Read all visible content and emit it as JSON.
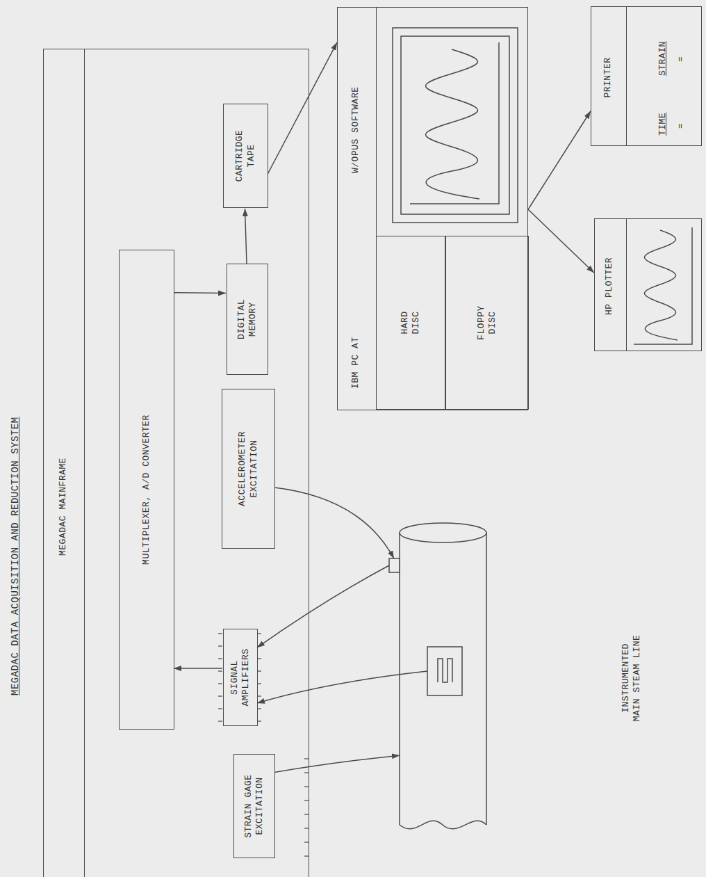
{
  "diagram": {
    "title": "MEGADAC DATA ACQUISITION AND REDUCTION SYSTEM",
    "nodes": [
      {
        "text": [
          "MEGADAC MAINFRAME"
        ]
      },
      {
        "text": [
          "STRAIN GAGE EXCITATION"
        ],
        "in": 0
      },
      {
        "text": [
          "SIGNAL AMPLIFIERS"
        ],
        "in": 0
      },
      {
        "text": [
          "MULTIPLEXER, A/D CONVERTER"
        ],
        "in": 0
      },
      {
        "text": [
          "ACCELEROMETER EXCITATION"
        ],
        "in": 0
      },
      {
        "text": [
          "DIGITAL MEMORY"
        ],
        "in": 0
      },
      {
        "text": [
          "CARTRIDGE TAPE"
        ],
        "in": 0
      },
      {
        "text": [
          "IBM PC AT",
          "W/OPUS SOFTWARE"
        ]
      },
      {
        "text": [
          "HARD DISC"
        ],
        "in": 7
      },
      {
        "text": [
          "FLOPPY DISC"
        ],
        "in": 7
      },
      {
        "text": [
          "HP PLOTTER"
        ]
      },
      {
        "text": [
          "PRINTER",
          "TIME",
          "STRAIN"
        ]
      },
      {
        "text": [
          "INSTRUMENTED MAIN STEAM LINE"
        ]
      }
    ],
    "edges": [
      {
        "from": 2,
        "to": 3,
        "arrow": "to"
      },
      {
        "from": 3,
        "to": 5,
        "arrow": "to"
      },
      {
        "from": 5,
        "to": 6,
        "arrow": "to"
      },
      {
        "from": 6,
        "to": 7,
        "arrow": "to"
      },
      {
        "from": 7,
        "to": 10,
        "arrow": "to"
      },
      {
        "from": 7,
        "to": 11,
        "arrow": "to"
      },
      {
        "from": 1,
        "to": 12,
        "arrow": "to"
      },
      {
        "from": 4,
        "to": 12,
        "arrow": "to"
      },
      {
        "from": 12,
        "to": 2,
        "arrow": "to"
      },
      {
        "from": 12,
        "to": 2,
        "arrow": "to"
      }
    ],
    "labels": [
      "=",
      "="
    ]
  }
}
